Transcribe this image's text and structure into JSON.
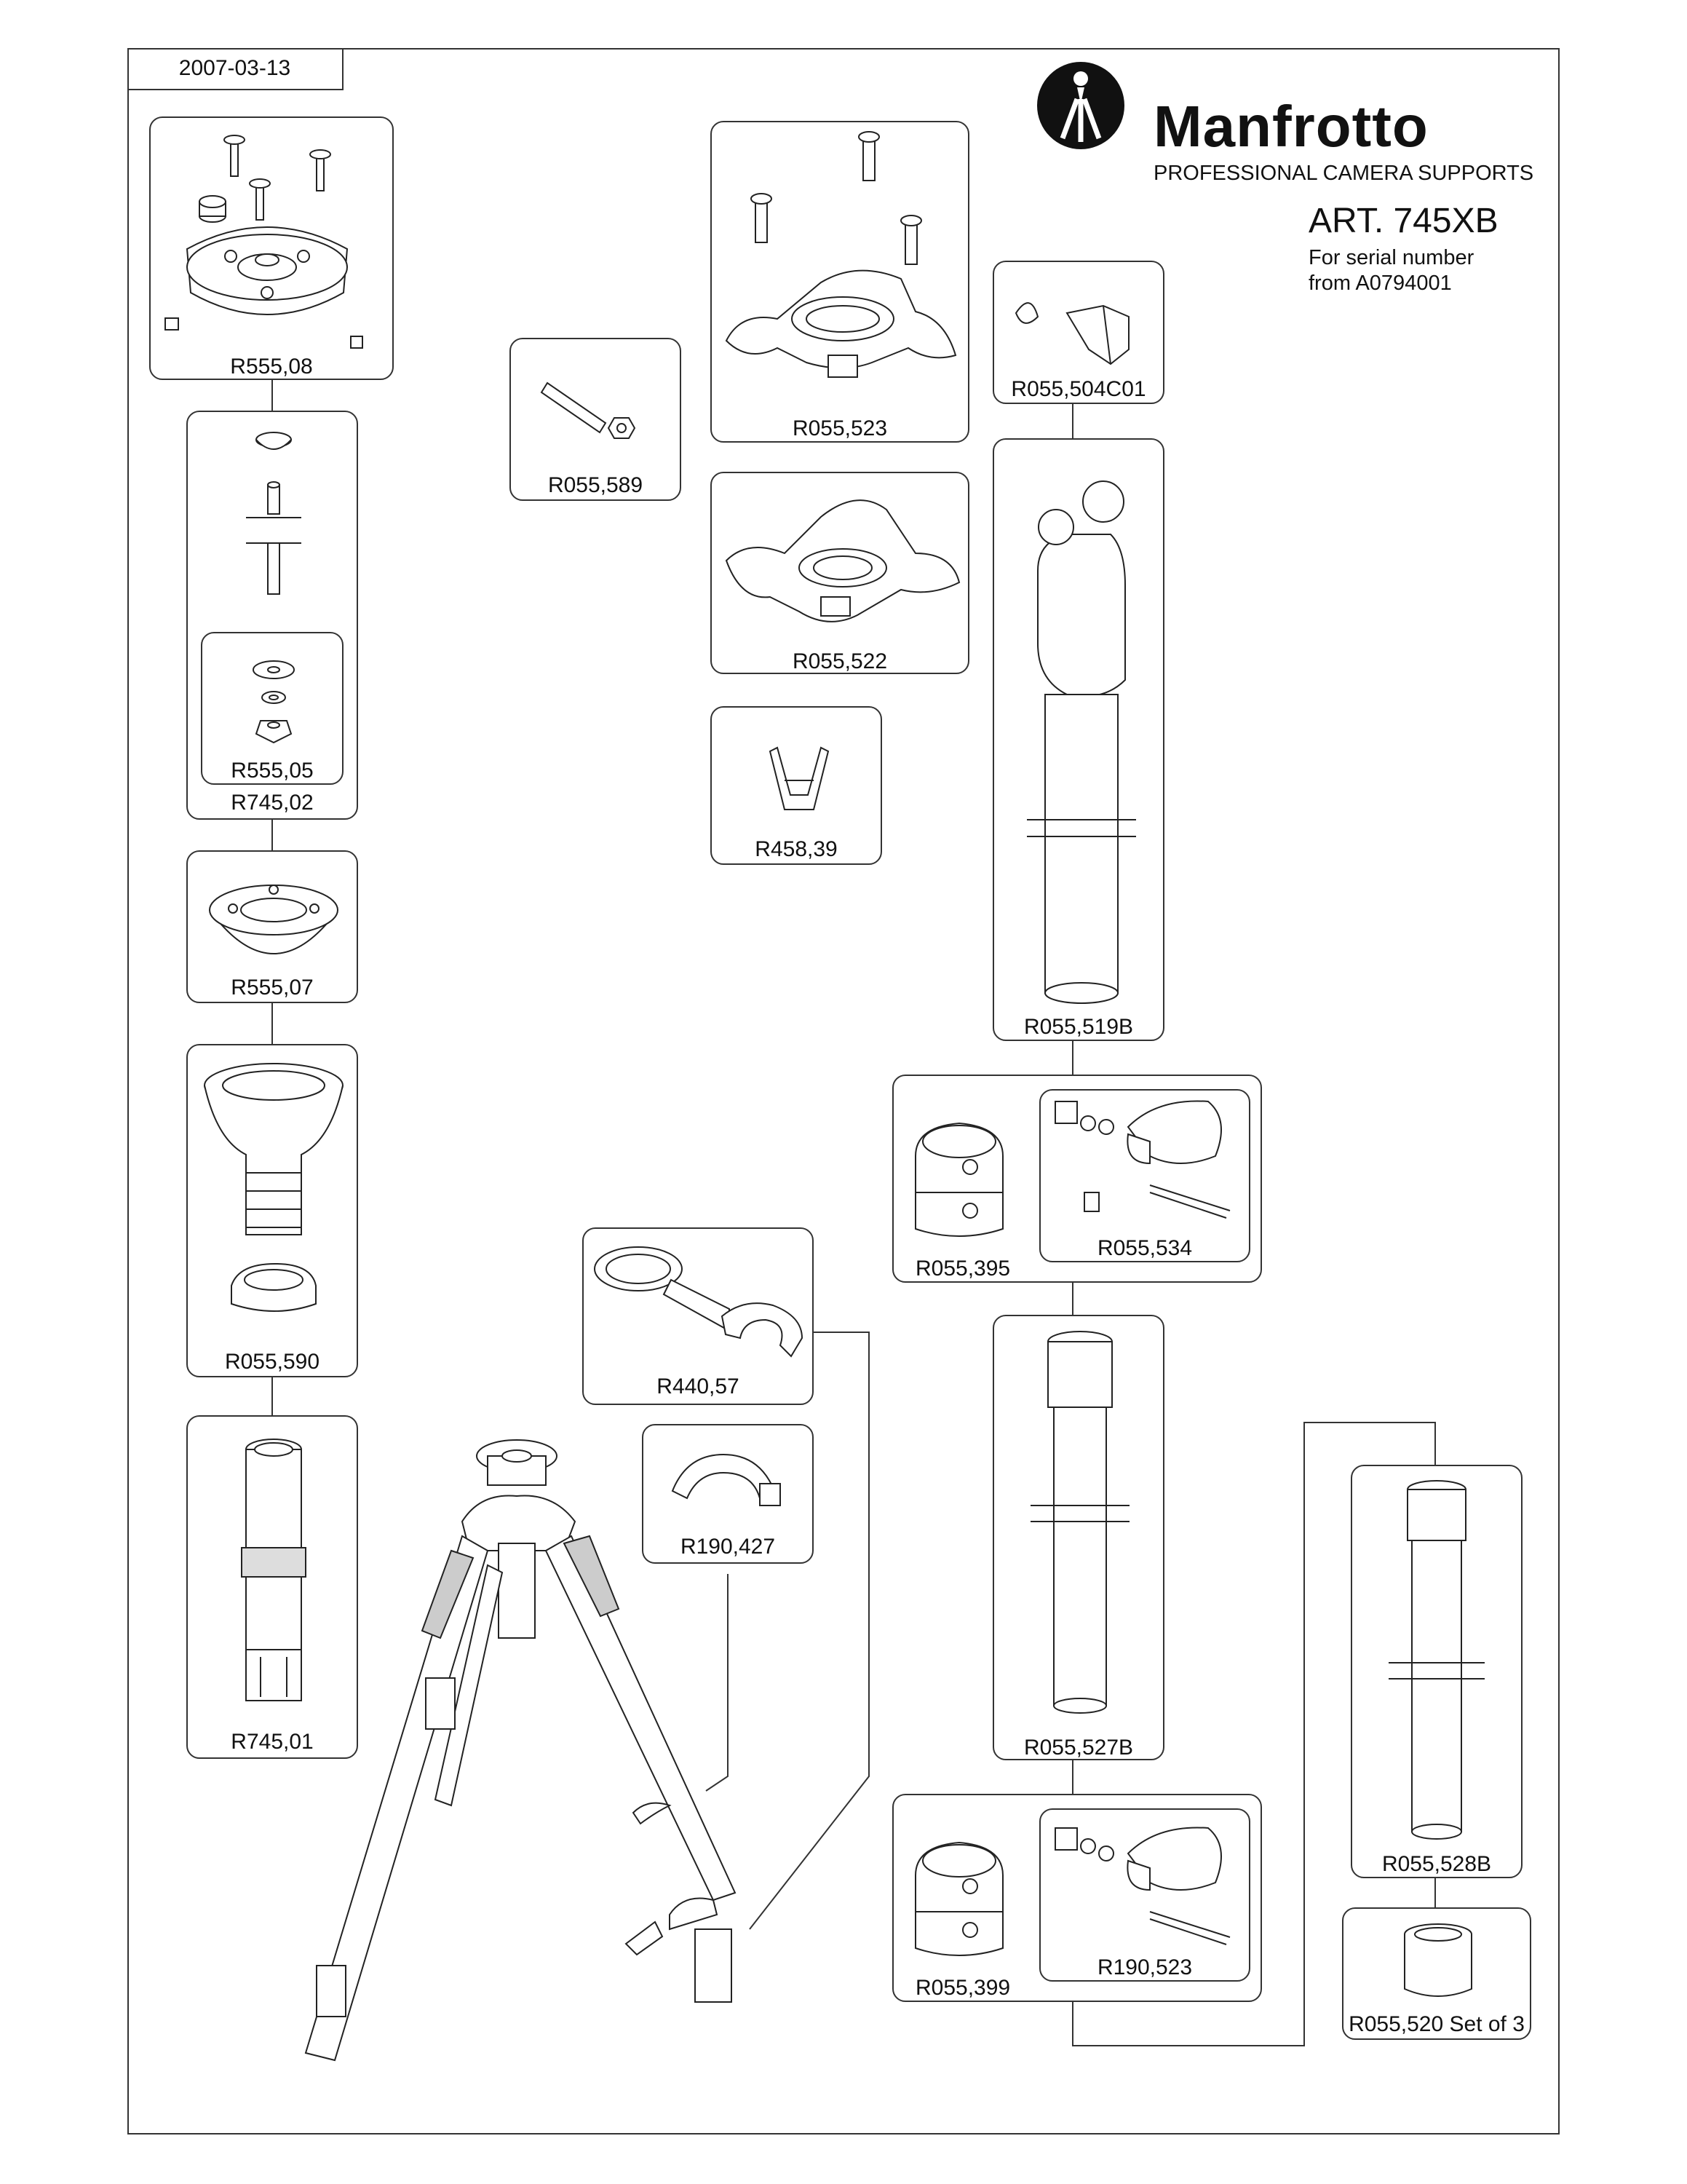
{
  "header": {
    "date": "2007-03-13",
    "brand": "Manfrotto",
    "tagline": "PROFESSIONAL CAMERA SUPPORTS",
    "article": "ART. 745XB",
    "serial_line1": "For serial number",
    "serial_line2": "from A0794001"
  },
  "parts": [
    {
      "id": "R555,08",
      "label": "R555,08"
    },
    {
      "id": "R745,02",
      "label": "R745,02"
    },
    {
      "id": "R555,05",
      "label": "R555,05"
    },
    {
      "id": "R555,07",
      "label": "R555,07"
    },
    {
      "id": "R055,590",
      "label": "R055,590"
    },
    {
      "id": "R745,01",
      "label": "R745,01"
    },
    {
      "id": "R055,589",
      "label": "R055,589"
    },
    {
      "id": "R055,523",
      "label": "R055,523"
    },
    {
      "id": "R055,522",
      "label": "R055,522"
    },
    {
      "id": "R458,39",
      "label": "R458,39"
    },
    {
      "id": "R055,504C01",
      "label": "R055,504C01"
    },
    {
      "id": "R055,519B",
      "label": "R055,519B"
    },
    {
      "id": "R055,395",
      "label": "R055,395"
    },
    {
      "id": "R055,534",
      "label": "R055,534"
    },
    {
      "id": "R440,57",
      "label": "R440,57"
    },
    {
      "id": "R190,427",
      "label": "R190,427"
    },
    {
      "id": "R055,527B",
      "label": "R055,527B"
    },
    {
      "id": "R055,528B",
      "label": "R055,528B"
    },
    {
      "id": "R055,399",
      "label": "R055,399"
    },
    {
      "id": "R190,523",
      "label": "R190,523"
    },
    {
      "id": "R055,520",
      "label": "R055,520 Set of 3"
    }
  ],
  "colors": {
    "line": "#333333",
    "ink": "#111111",
    "fill": "#f2f2f2"
  }
}
